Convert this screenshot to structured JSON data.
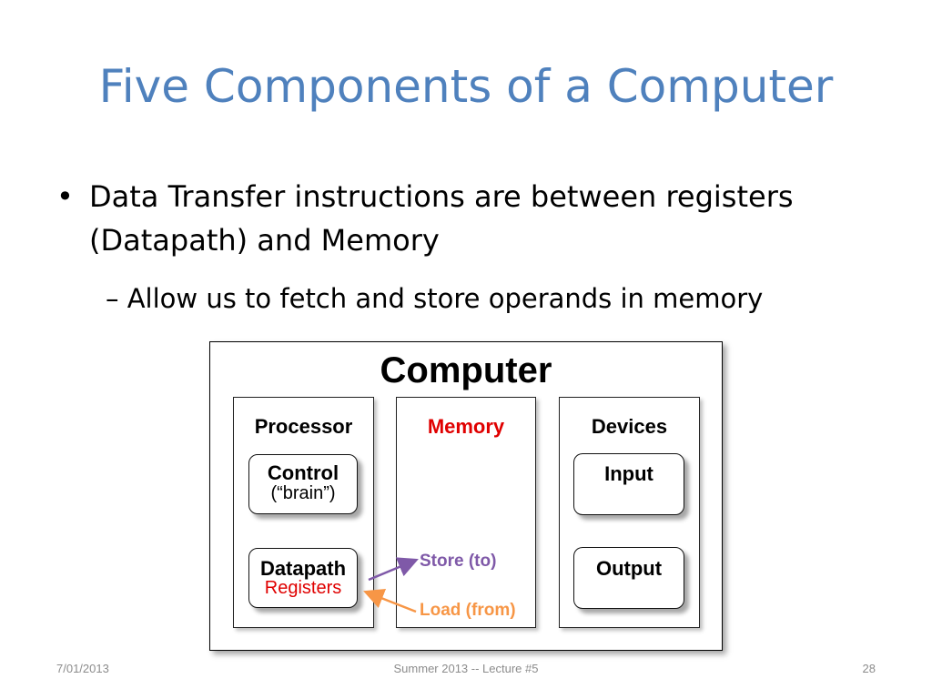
{
  "slide": {
    "title": "Five Components of a Computer",
    "bullets": [
      {
        "bullet": "•",
        "text": "Data Transfer instructions are between registers (Datapath) and Memory"
      },
      {
        "bullet": "–",
        "text": "Allow us to fetch and store operands in memory"
      }
    ]
  },
  "diagram": {
    "title": "Computer",
    "processor": {
      "label": "Processor",
      "control": {
        "title": "Control",
        "subtitle": "(“brain”)"
      },
      "datapath": {
        "title": "Datapath",
        "subtitle": "Registers"
      }
    },
    "memory": {
      "label": "Memory",
      "color": "#e00000"
    },
    "devices": {
      "label": "Devices",
      "input": "Input",
      "output": "Output"
    },
    "arrows": {
      "store": {
        "label": "Store (to)",
        "color": "#7f59a8"
      },
      "load": {
        "label": "Load (from)",
        "color": "#f79646"
      }
    },
    "registers_color": "#e00000"
  },
  "footer": {
    "date": "7/01/2013",
    "course": "Summer 2013 -- Lecture #5",
    "page": "28"
  }
}
